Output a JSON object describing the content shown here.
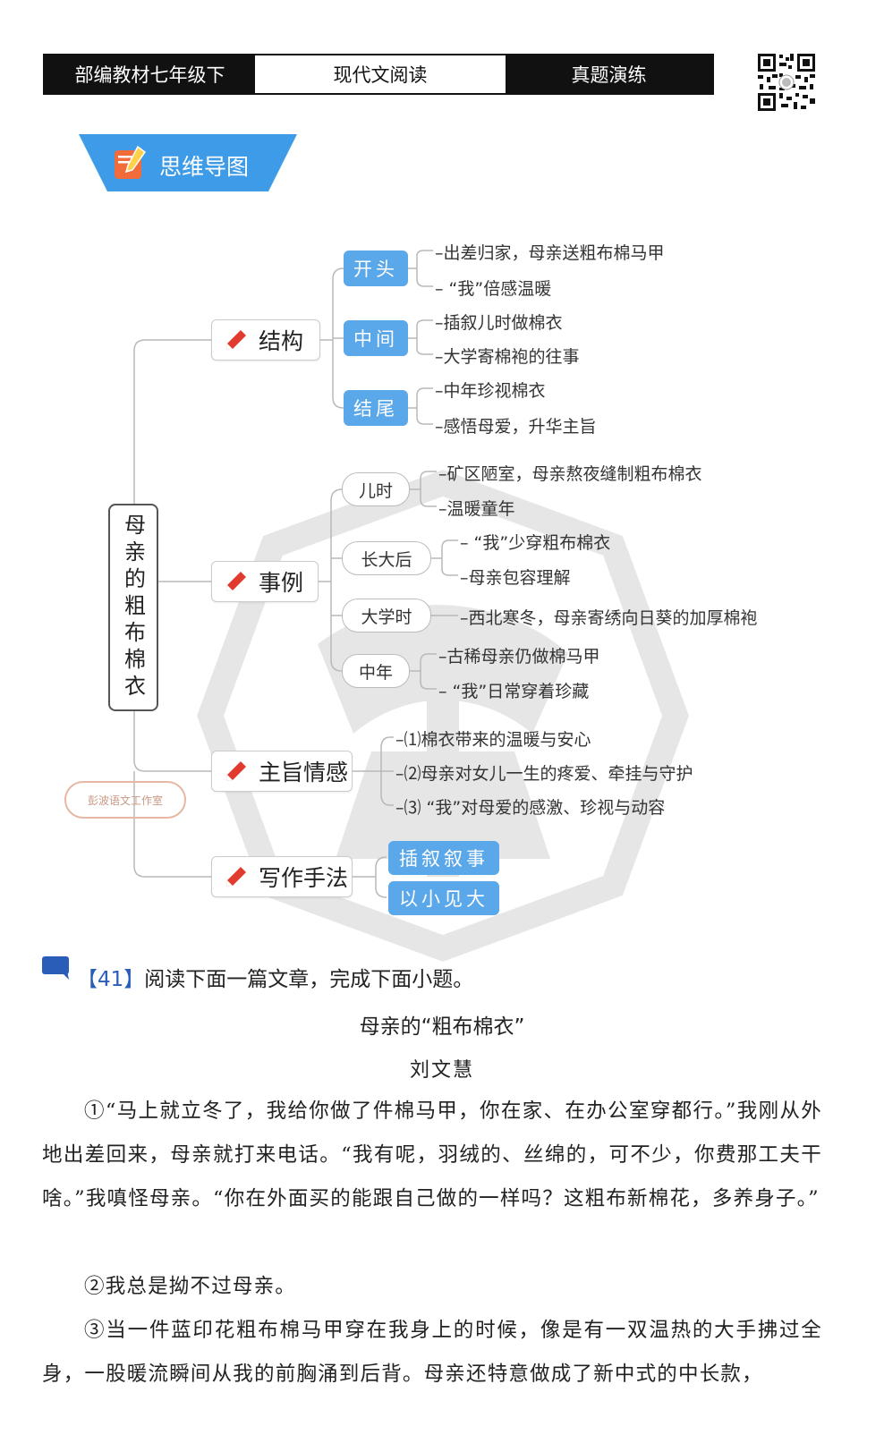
{
  "header": {
    "left": "部编教材七年级下",
    "middle": "现代文阅读",
    "right": "真题演练"
  },
  "banner": {
    "label": "思维导图"
  },
  "mindmap": {
    "root": "母亲的粗布棉衣",
    "structure": {
      "label": "结构",
      "groups": [
        {
          "tag": "开头",
          "items": [
            "–出差归家，母亲送粗布棉马甲",
            "– “我”倍感温暖"
          ]
        },
        {
          "tag": "中间",
          "items": [
            "–插叙儿时做棉衣",
            "–大学寄棉袍的往事"
          ]
        },
        {
          "tag": "结尾",
          "items": [
            "–中年珍视棉衣",
            "–感悟母爱，升华主旨"
          ]
        }
      ]
    },
    "examples": {
      "label": "事例",
      "groups": [
        {
          "tag": "儿时",
          "items": [
            "–矿区陋室，母亲熬夜缝制粗布棉衣",
            "–温暖童年"
          ]
        },
        {
          "tag": "长大后",
          "items": [
            "– “我”少穿粗布棉衣",
            "–母亲包容理解"
          ]
        },
        {
          "tag": "大学时",
          "items": [
            "–西北寒冬，母亲寄绣向日葵的加厚棉袍"
          ]
        },
        {
          "tag": "中年",
          "items": [
            "–古稀母亲仍做棉马甲",
            "– “我”日常穿着珍藏"
          ]
        }
      ]
    },
    "theme": {
      "label": "主旨情感",
      "items": [
        "–⑴棉衣带来的温暖与安心",
        "–⑵母亲对女儿一生的疼爱、牵挂与守护",
        "–⑶ “我”对母爱的感激、珍视与动容"
      ]
    },
    "technique": {
      "label": "写作手法",
      "tags": [
        "插叙叙事",
        "以小见大"
      ]
    },
    "stamp": "彭波语文工作室"
  },
  "question": {
    "number": "41",
    "bracket_open": "【",
    "bracket_close": "】",
    "instruction": "阅读下面一篇文章，完成下面小题。"
  },
  "article": {
    "title": "母亲的“粗布棉衣”",
    "author": "刘文慧",
    "paragraphs": [
      "①“马上就立冬了，我给你做了件棉马甲，你在家、在办公室穿都行。”我刚从外地出差回来，母亲就打来电话。“我有呢，羽绒的、丝绵的，可不少，你费那工夫干啥。”我嗔怪母亲。“你在外面买的能跟自己做的一样吗？这粗布新棉花，多养身子。”",
      "②我总是拗不过母亲。",
      "③当一件蓝印花粗布棉马甲穿在我身上的时候，像是有一双温热的大手拂过全身，一股暖流瞬间从我的前胸涌到后背。母亲还特意做成了新中式的中长款，"
    ]
  },
  "colors": {
    "tag_blue": "#5aa7ea",
    "banner_blue": "#3e9be8",
    "pen_red": "#e03b2e",
    "number_blue": "#2a5db8"
  }
}
